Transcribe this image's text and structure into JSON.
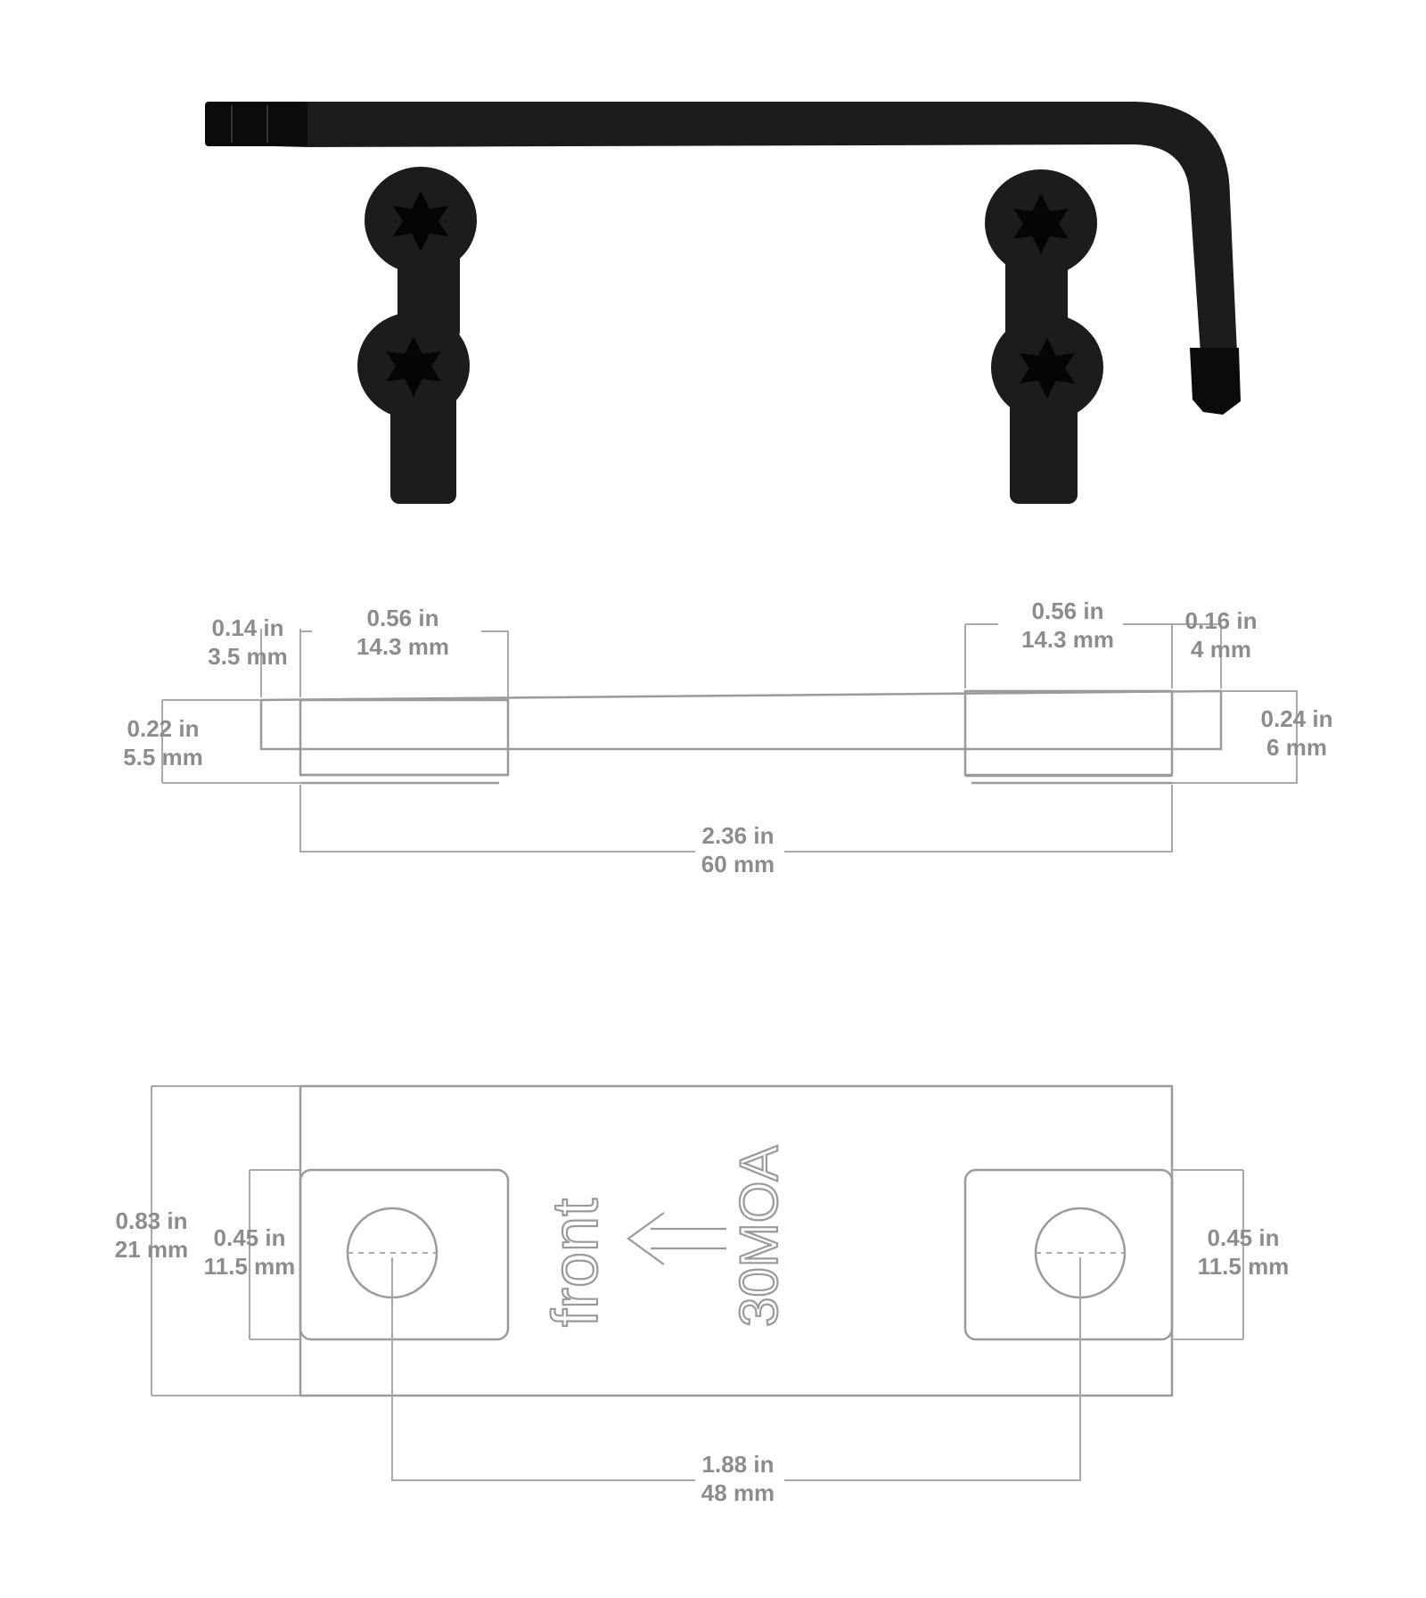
{
  "hardware": {
    "wrench_icon": "torx-l-wrench-icon",
    "screw_icon": "torx-cap-screw-icon",
    "screw_count": 4,
    "color": "#1c1c1c"
  },
  "side_view": {
    "left_end_dim": {
      "in": "0.14 in",
      "mm": "3.5 mm"
    },
    "left_pad_width": {
      "in": "0.56 in",
      "mm": "14.3 mm"
    },
    "right_pad_width": {
      "in": "0.56 in",
      "mm": "14.3 mm"
    },
    "right_end_dim": {
      "in": "0.16 in",
      "mm": "4 mm"
    },
    "left_height": {
      "in": "0.22 in",
      "mm": "5.5 mm"
    },
    "right_height": {
      "in": "0.24 in",
      "mm": "6 mm"
    },
    "overall_length": {
      "in": "2.36 in",
      "mm": "60 mm"
    }
  },
  "top_view": {
    "overall_width": {
      "in": "0.83 in",
      "mm": "21 mm"
    },
    "left_pad_height": {
      "in": "0.45 in",
      "mm": "11.5 mm"
    },
    "right_pad_height": {
      "in": "0.45 in",
      "mm": "11.5 mm"
    },
    "hole_spacing": {
      "in": "1.88 in",
      "mm": "48 mm"
    },
    "engraving_front": "front",
    "engraving_moa": "30MOA",
    "arrow_icon": "arrow-left-icon"
  },
  "colors": {
    "dimension": "#8c8c8c",
    "outline": "#9a9a9a",
    "hardware": "#1c1c1c"
  }
}
